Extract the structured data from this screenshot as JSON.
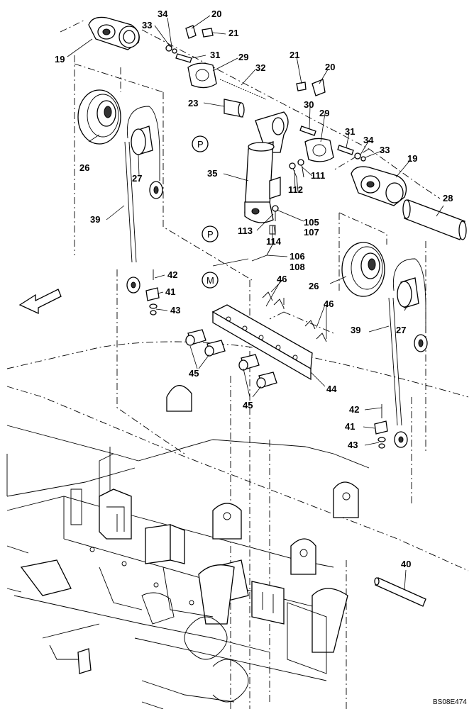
{
  "labels": {
    "p19a": "19",
    "p33a": "33",
    "p34a": "34",
    "p20a": "20",
    "p21a": "21",
    "p31a": "31",
    "p29a": "29",
    "p32": "32",
    "p21b": "21",
    "p20b": "20",
    "p23": "23",
    "p30": "30",
    "p29b": "29",
    "p31b": "31",
    "p34b": "34",
    "p33b": "33",
    "p19b": "19",
    "p26a": "26",
    "p27a": "27",
    "p35": "35",
    "p111": "111",
    "p112": "112",
    "p28": "28",
    "p39a": "39",
    "p105": "105",
    "p107": "107",
    "p113": "113",
    "p114": "114",
    "p106": "106",
    "p108": "108",
    "p42a": "42",
    "p41a": "41",
    "p43a": "43",
    "p46a": "46",
    "p46b": "46",
    "p26b": "26",
    "p39b": "39",
    "p27b": "27",
    "p45a": "45",
    "p44": "44",
    "p45b": "45",
    "p42b": "42",
    "p41b": "41",
    "p43b": "43",
    "p40": "40"
  },
  "circle_labels": {
    "P1": "P",
    "P2": "P",
    "M": "M"
  },
  "drawing_code": "BS08E474",
  "icons": {
    "direction_arrow": "front-direction-arrow-icon"
  }
}
